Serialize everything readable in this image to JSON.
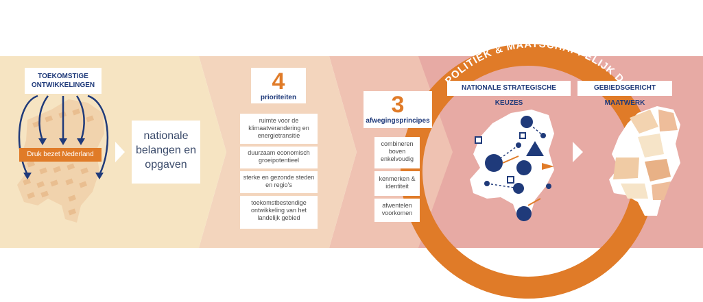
{
  "stage1": {
    "title": "TOEKOMSTIGE ONTWIKKELINGEN",
    "pressure_label": "Druk bezet Nederland",
    "outcome": "nationale belangen en opgaven"
  },
  "stage2": {
    "number": "4",
    "heading": "prioriteiten",
    "items": [
      "ruimte voor de klimaatverandering en energietransitie",
      "duurzaam economisch groeipotentieel",
      "sterke en gezonde steden en regio's",
      "toekomstbestendige ontwikkeling van het landelijk gebied"
    ]
  },
  "stage3": {
    "number": "3",
    "heading": "afwegingsprincipes",
    "items": [
      "combineren boven enkelvoudig",
      "kenmerken & identiteit",
      "afwentelen voorkomen"
    ]
  },
  "stage4": {
    "ring_title": "POLITIEK & MAATSCHAPPELIJK DEBAT",
    "left_label": "NATIONALE STRATEGISCHE KEUZES",
    "right_label": "GEBIEDSGERICHT MAATWERK"
  },
  "colors": {
    "band1": "#f6e4c2",
    "band2": "#f3d5bd",
    "band3": "#efc2b2",
    "band4": "#e7aaa4",
    "ring": "#e07b28",
    "navy": "#1f3a7a"
  }
}
